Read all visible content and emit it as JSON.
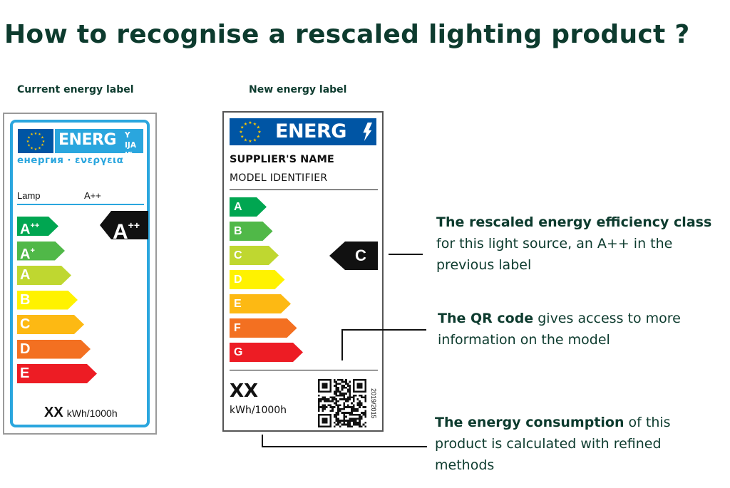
{
  "title": "How to recognise a rescaled lighting product ?",
  "current_label": {
    "heading": "Current energy label",
    "energy_word": "ENERG",
    "energy_suffix": "Y IJA\nIE IA",
    "multilingual": "енергия · ενεργεια",
    "lamp_label": "Lamp",
    "lamp_class": "A++",
    "classes": [
      {
        "letter": "A",
        "sup": "++",
        "color": "#00a651"
      },
      {
        "letter": "A",
        "sup": "+",
        "color": "#50b848"
      },
      {
        "letter": "A",
        "sup": "",
        "color": "#bfd730"
      },
      {
        "letter": "B",
        "sup": "",
        "color": "#fff200"
      },
      {
        "letter": "C",
        "sup": "",
        "color": "#fdb913"
      },
      {
        "letter": "D",
        "sup": "",
        "color": "#f37021"
      },
      {
        "letter": "E",
        "sup": "",
        "color": "#ed1c24"
      }
    ],
    "indicator": {
      "letter": "A",
      "sup": "++"
    },
    "consumption_value": "XX",
    "consumption_unit": "kWh/1000h"
  },
  "new_label": {
    "heading": "New energy label",
    "energy_word": "ENERG",
    "supplier": "SUPPLIER'S NAME",
    "model": "MODEL IDENTIFIER",
    "classes": [
      {
        "letter": "A",
        "color": "#00a651"
      },
      {
        "letter": "B",
        "color": "#50b848"
      },
      {
        "letter": "C",
        "color": "#bfd730"
      },
      {
        "letter": "D",
        "color": "#fff200"
      },
      {
        "letter": "E",
        "color": "#fdb913"
      },
      {
        "letter": "F",
        "color": "#f37021"
      },
      {
        "letter": "G",
        "color": "#ed1c24"
      }
    ],
    "indicator": "C",
    "consumption_value": "XX",
    "consumption_unit": "kWh/1000h",
    "regulation": "2019/2015"
  },
  "callouts": {
    "efficiency": {
      "bold": "The rescaled energy efficiency class",
      "rest": " for this light source, an A++ in the previous label"
    },
    "qr": {
      "bold": "The QR code",
      "rest": " gives access to more information on the model"
    },
    "consumption": {
      "bold": "The energy consumption",
      "rest": " of this product is calculated with refined methods"
    }
  },
  "colors": {
    "heading": "#0d3b2e",
    "eu_blue": "#0055a4",
    "old_label_blue": "#2aa6de"
  }
}
